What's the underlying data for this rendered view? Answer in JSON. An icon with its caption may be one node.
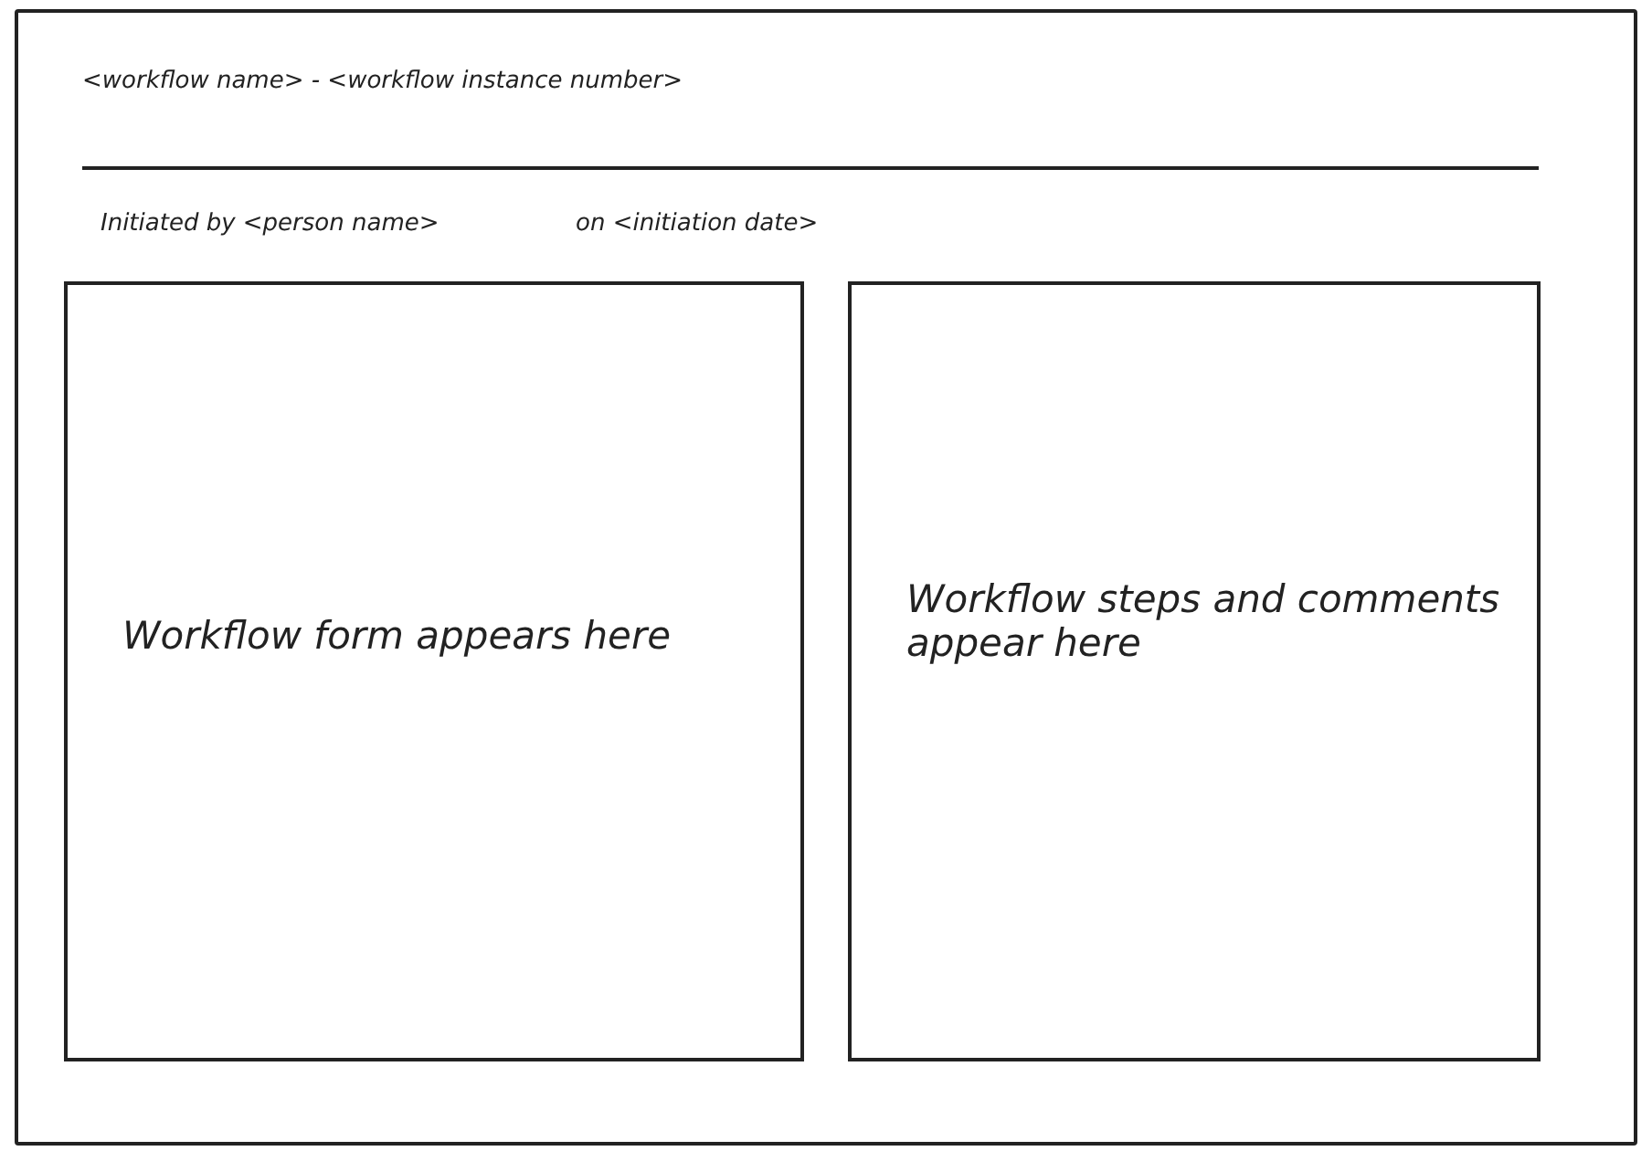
{
  "diagram": {
    "nodes": [
      {
        "text": [],
        "shape": "box"
      },
      {
        "text": [
          "Workflow form appears here"
        ],
        "in": 0
      },
      {
        "text": [
          "Workflow steps and comments appear here"
        ],
        "in": 0
      }
    ],
    "edges": [],
    "labels": [
      "<workflow name> - <workflow instance number>",
      "Initiated by <person name>",
      "on <initiation date>"
    ]
  }
}
